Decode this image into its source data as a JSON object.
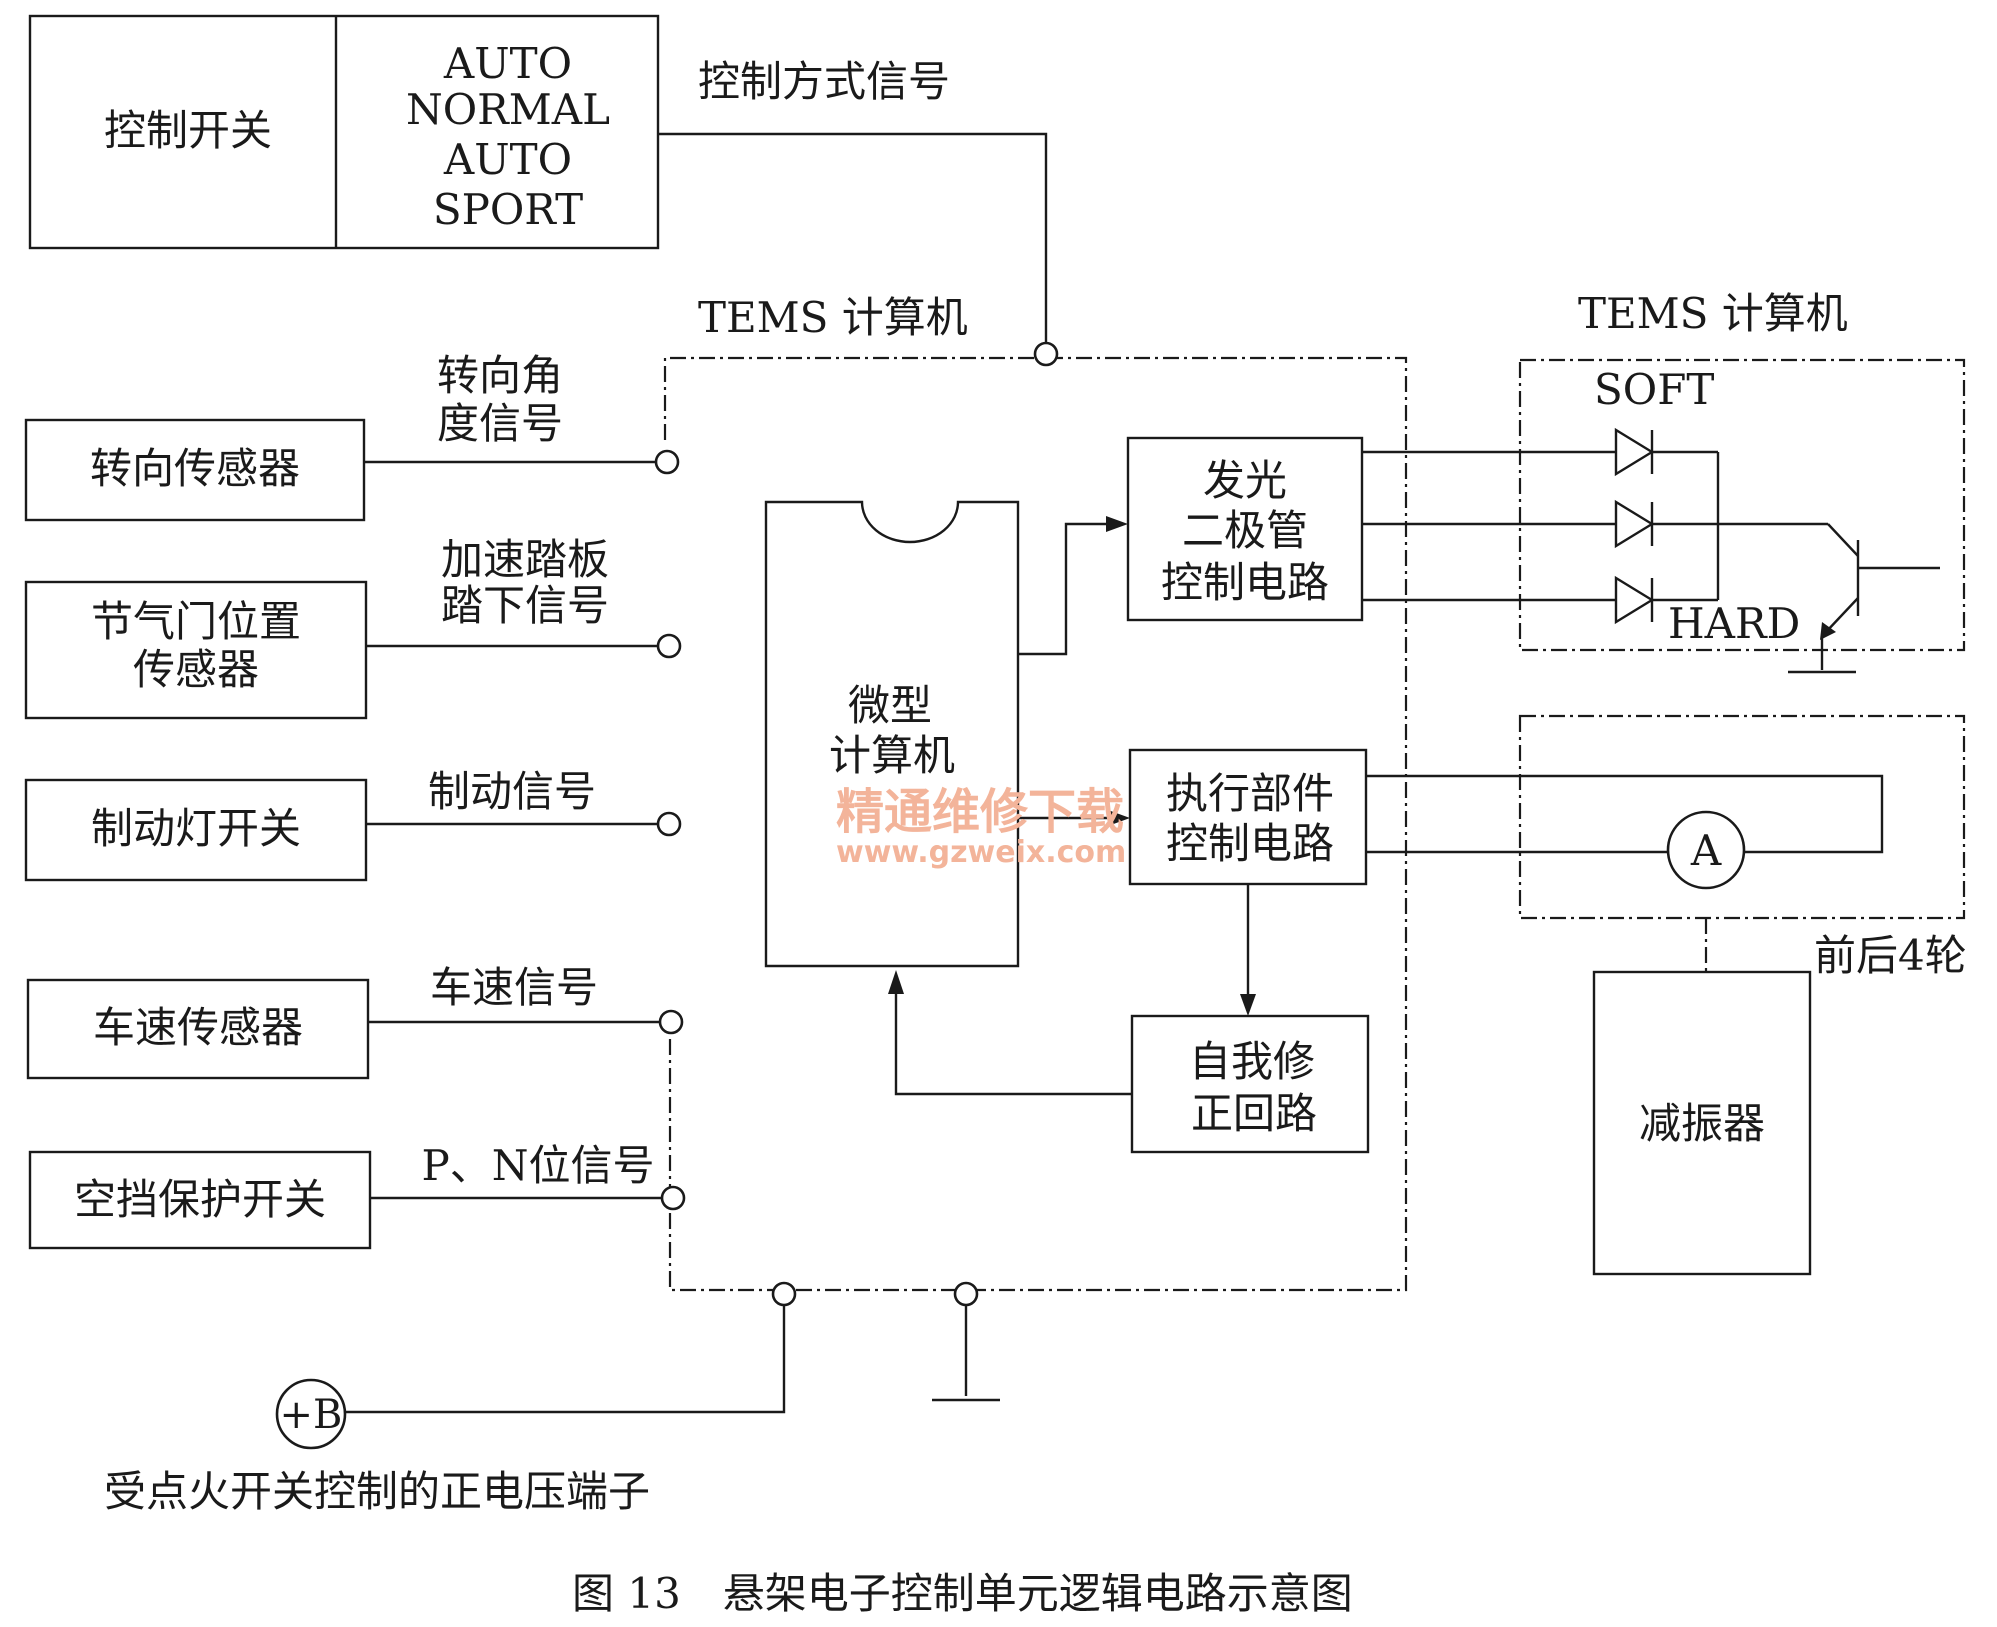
{
  "control_switch": {
    "label": "控制开关",
    "modes": [
      "AUTO",
      "NORMAL",
      "AUTO",
      "SPORT"
    ],
    "signal": "控制方式信号"
  },
  "inputs": [
    {
      "sensor": "转向传感器",
      "signal": [
        "转向角",
        "度信号"
      ]
    },
    {
      "sensor": [
        "节气门位置",
        "传感器"
      ],
      "signal": [
        "加速踏板",
        "踏下信号"
      ]
    },
    {
      "sensor": "制动灯开关",
      "signal": [
        "制动信号"
      ]
    },
    {
      "sensor": "车速传感器",
      "signal": [
        "车速信号"
      ]
    },
    {
      "sensor": "空挡保护开关",
      "signal": [
        "P、N位信号"
      ]
    }
  ],
  "computer": {
    "title": "TEMS 计算机",
    "micro": [
      "微型",
      "计算机"
    ],
    "led_ctrl": [
      "发光",
      "二极管",
      "控制电路"
    ],
    "actuator_ctrl": [
      "执行部件",
      "控制电路"
    ],
    "self_repair": [
      "自我修",
      "正回路"
    ]
  },
  "right_panel": {
    "title": "TEMS 计算机",
    "soft": "SOFT",
    "hard": "HARD",
    "actuator_symbol": "A",
    "wheels": "前后4轮",
    "damper": "减振器"
  },
  "power": {
    "symbol": "+B",
    "caption": "受点火开关控制的正电压端子"
  },
  "watermark": {
    "line1": "精通维修下载",
    "line2": "www.gzweix.com"
  },
  "figure_caption": "图 13　悬架电子控制单元逻辑电路示意图"
}
